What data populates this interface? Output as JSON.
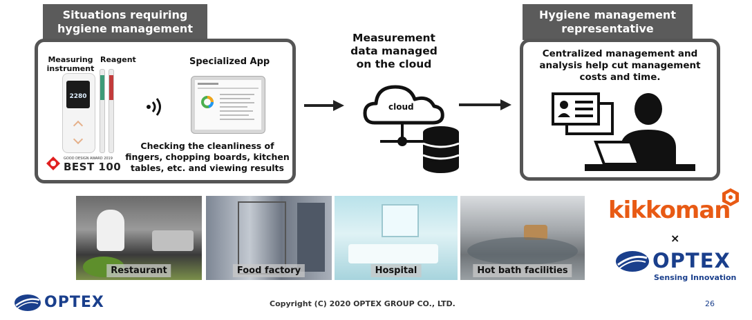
{
  "left_panel": {
    "header_line1": "Situations requiring",
    "header_line2": "hygiene management",
    "measuring_label_1": "Measuring",
    "measuring_label_2": "instrument",
    "reagent_label": "Reagent",
    "app_label": "Specialized App",
    "device_reading": "2280",
    "description_line1": "Checking the cleanliness of",
    "description_line2": "fingers, chopping boards, kitchen",
    "description_line3": "tables, etc. and viewing results",
    "award_small": "GOOD DESIGN AWARD 2019",
    "award_big": "BEST 100"
  },
  "middle": {
    "line1": "Measurement",
    "line2": "data managed",
    "line3": "on the cloud",
    "cloud_text": "cloud"
  },
  "right_panel": {
    "header_line1": "Hygiene management",
    "header_line2": "representative",
    "text_line1": "Centralized management and",
    "text_line2": "analysis help cut management",
    "text_line3": "costs and time."
  },
  "photos": [
    {
      "label": "Restaurant"
    },
    {
      "label": "Food factory"
    },
    {
      "label": "Hospital"
    },
    {
      "label": "Hot bath facilities"
    }
  ],
  "brands": {
    "kikkoman": "kikkoman",
    "times": "×",
    "optex": "OPTEX",
    "tagline": "Sensing Innovation"
  },
  "footer": {
    "logo": "OPTEX",
    "copyright": "Copyright (C) 2020 OPTEX GROUP CO., LTD.",
    "page_number": "26"
  },
  "colors": {
    "header_gray": "#5b5b5b",
    "kikkoman_orange": "#e85a14",
    "optex_blue": "#1a3f8c"
  }
}
